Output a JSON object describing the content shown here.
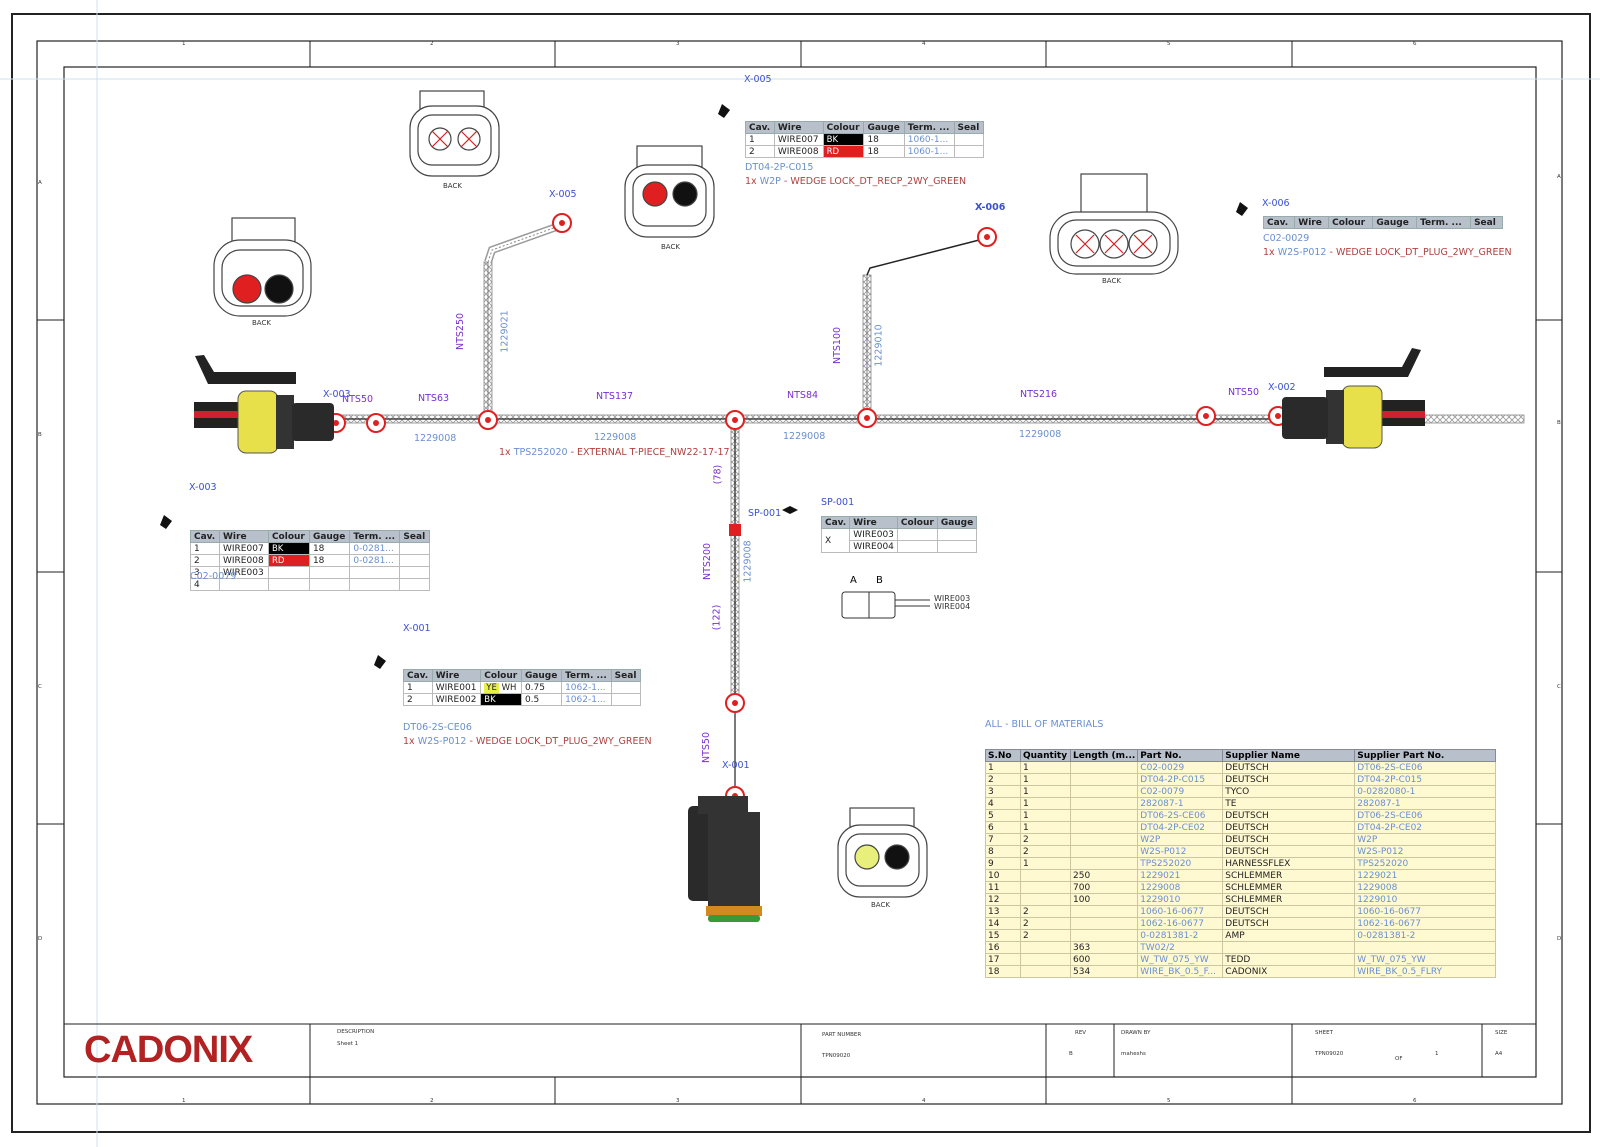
{
  "title_block": {
    "logo": "CADONIX",
    "description_label": "DESCRIPTION",
    "description_value": "Sheet 1",
    "part_number_label": "PART NUMBER",
    "part_number_value": "TPN09020",
    "rev_label": "REV",
    "rev_value": "B",
    "drawn_by_label": "DRAWN BY",
    "drawn_by_value": "maheshs",
    "sheet_label": "SHEET",
    "sheet_value": "TPN09020",
    "of_label": "OF",
    "of_value": "1",
    "size_label": "SIZE",
    "size_value": "A4"
  },
  "border": {
    "columns": [
      "1",
      "2",
      "3",
      "4",
      "5",
      "6"
    ],
    "rows": [
      "A",
      "B",
      "C",
      "D"
    ]
  },
  "connector_labels": {
    "x005": "X-005",
    "x006": "X-006",
    "x003": "X-003",
    "x002": "X-002",
    "x001": "X-001",
    "sp001": "SP-001",
    "back": "BACK"
  },
  "bundles": {
    "nts50_left": "NTS50",
    "nts63": "NTS63",
    "nts137": "NTS137",
    "nts84": "NTS84",
    "nts216": "NTS216",
    "nts50_right": "NTS50",
    "nts250": "NTS250",
    "nts100": "NTS100",
    "nts200": "NTS200",
    "nts50_bottom": "NTS50",
    "p1229008_a": "1229008",
    "p1229008_b": "1229008",
    "p1229008_c": "1229008",
    "p1229008_d": "1229008",
    "p1229008_v": "1229008",
    "p1229021": "1229021",
    "p1229010": "1229010",
    "len78": "(78)",
    "len122": "(122)",
    "tpiece_qty": "1x",
    "tpiece_part": "TPS252020",
    "tpiece_desc": "- EXTERNAL T-PIECE_NW22-17-17"
  },
  "headers": [
    "Cav.",
    "Wire",
    "Colour",
    "Gauge",
    "Term. ...",
    "Seal"
  ],
  "tables": {
    "x005": {
      "title": "X-005",
      "rows": [
        {
          "cav": "1",
          "wire": "WIRE007",
          "colour": "BK",
          "gauge": "18",
          "term": "1060-1...",
          "seal": ""
        },
        {
          "cav": "2",
          "wire": "WIRE008",
          "colour": "RD",
          "gauge": "18",
          "term": "1060-1...",
          "seal": ""
        }
      ],
      "part": "DT04-2P-C015",
      "acc_qty": "1x",
      "acc_part": "W2P",
      "acc_desc": "- WEDGE LOCK_DT_RECP_2WY_GREEN"
    },
    "x006": {
      "title": "X-006",
      "part": "C02-0029",
      "acc_qty": "1x",
      "acc_part": "W2S-P012",
      "acc_desc": "- WEDGE LOCK_DT_PLUG_2WY_GREEN"
    },
    "x003": {
      "title": "X-003",
      "rows": [
        {
          "cav": "1",
          "wire": "WIRE007",
          "colour": "BK",
          "gauge": "18",
          "term": "0-0281...",
          "seal": ""
        },
        {
          "cav": "2",
          "wire": "WIRE008",
          "colour": "RD",
          "gauge": "18",
          "term": "0-0281...",
          "seal": ""
        },
        {
          "cav": "3",
          "wire": "WIRE003",
          "colour": "",
          "gauge": "",
          "term": "",
          "seal": ""
        },
        {
          "cav": "4",
          "wire": "",
          "colour": "",
          "gauge": "",
          "term": "",
          "seal": ""
        }
      ],
      "part": "C02-0079"
    },
    "x001": {
      "title": "X-001",
      "rows": [
        {
          "cav": "1",
          "wire": "WIRE001",
          "colour": "YE",
          "colour2": "WH",
          "gauge": "0.75",
          "term": "1062-1...",
          "seal": ""
        },
        {
          "cav": "2",
          "wire": "WIRE002",
          "colour": "BK",
          "gauge": "0.5",
          "term": "1062-1...",
          "seal": ""
        }
      ],
      "part": "DT06-2S-CE06",
      "acc_qty": "1x",
      "acc_part": "W2S-P012",
      "acc_desc": "- WEDGE LOCK_DT_PLUG_2WY_GREEN"
    },
    "sp001": {
      "title": "SP-001",
      "headers": [
        "Cav.",
        "Wire",
        "Colour",
        "Gauge"
      ],
      "cav": "X",
      "wires": [
        "WIRE003",
        "WIRE004"
      ]
    }
  },
  "splice_symbol": {
    "a": "A",
    "b": "B",
    "wires": [
      "WIRE003",
      "WIRE004"
    ]
  },
  "bom": {
    "title": "ALL - BILL OF MATERIALS",
    "headers": [
      "S.No",
      "Quantity",
      "Length (m...",
      "Part No.",
      "Supplier Name",
      "Supplier Part No."
    ],
    "rows": [
      [
        "1",
        "1",
        "",
        "C02-0029",
        "DEUTSCH",
        "DT06-2S-CE06"
      ],
      [
        "2",
        "1",
        "",
        "DT04-2P-C015",
        "DEUTSCH",
        "DT04-2P-C015"
      ],
      [
        "3",
        "1",
        "",
        "C02-0079",
        "TYCO",
        "0-0282080-1"
      ],
      [
        "4",
        "1",
        "",
        "282087-1",
        "TE",
        "282087-1"
      ],
      [
        "5",
        "1",
        "",
        "DT06-2S-CE06",
        "DEUTSCH",
        "DT06-2S-CE06"
      ],
      [
        "6",
        "1",
        "",
        "DT04-2P-CE02",
        "DEUTSCH",
        "DT04-2P-CE02"
      ],
      [
        "7",
        "2",
        "",
        "W2P",
        "DEUTSCH",
        "W2P"
      ],
      [
        "8",
        "2",
        "",
        "W2S-P012",
        "DEUTSCH",
        "W2S-P012"
      ],
      [
        "9",
        "1",
        "",
        "TPS252020",
        "HARNESSFLEX",
        "TPS252020"
      ],
      [
        "10",
        "",
        "250",
        "1229021",
        "SCHLEMMER",
        "1229021"
      ],
      [
        "11",
        "",
        "700",
        "1229008",
        "SCHLEMMER",
        "1229008"
      ],
      [
        "12",
        "",
        "100",
        "1229010",
        "SCHLEMMER",
        "1229010"
      ],
      [
        "13",
        "2",
        "",
        "1060-16-0677",
        "DEUTSCH",
        "1060-16-0677"
      ],
      [
        "14",
        "2",
        "",
        "1062-16-0677",
        "DEUTSCH",
        "1062-16-0677"
      ],
      [
        "15",
        "2",
        "",
        "0-0281381-2",
        "AMP",
        "0-0281381-2"
      ],
      [
        "16",
        "",
        "363",
        "TW02/2",
        "",
        ""
      ],
      [
        "17",
        "",
        "600",
        "W_TW_075_YW",
        "TEDD",
        "W_TW_075_YW"
      ],
      [
        "18",
        "",
        "534",
        "WIRE_BK_0.5_F...",
        "CADONIX",
        "WIRE_BK_0.5_FLRY"
      ]
    ]
  },
  "colors": {
    "border": "#222222",
    "table_header": "#b8c0cc",
    "bom_row": "#fff9d2",
    "link": "#6a8fd0",
    "label_blue": "#3b4fd0",
    "label_red": "#b04040",
    "bundle_purple": "#8a2be2",
    "node_red": "#e02020",
    "logo": "#b22222"
  }
}
